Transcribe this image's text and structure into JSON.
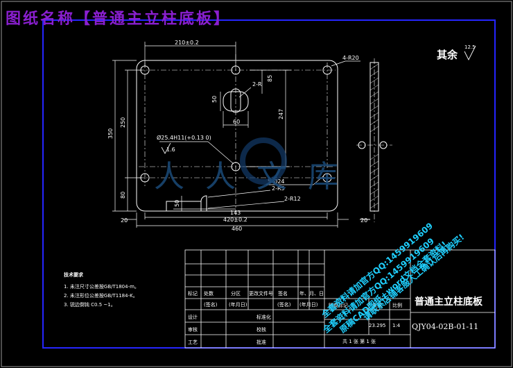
{
  "heading": "图纸名称【普通主立柱底板】",
  "dims": {
    "d210": "210±0.2",
    "d4r20": "4-R20",
    "d85": "85",
    "d2r": "2-R",
    "d50top": "50",
    "d60": "60",
    "d247": "247",
    "d250": "250",
    "d350": "350",
    "dbore": "Ø25.4H11(+0.13 0)",
    "d16": "1.6",
    "d5phi24": "5-Ø24",
    "d2r5": "2-R5",
    "d2r12": "2-R12",
    "d80": "80",
    "d50bot": "50",
    "d143": "143",
    "d420": "420±0.2",
    "d460": "460",
    "d20left": "20",
    "d20right": "20"
  },
  "other_finish": "其余",
  "roughness": "12.5",
  "tech": {
    "title": "技术要求",
    "items": [
      "1. 未注尺寸公差按GB/T1804-m。",
      "2. 未注形位公差按GB/T1184-K。",
      "3. 锐边倒钝 C0.5 ~1。"
    ]
  },
  "title_block": {
    "part_name": "普通主立柱底板",
    "drawing_no": "QJY04-02B-01-11",
    "weight": "23.295",
    "scale": "1:4",
    "sheets": "共 1 张   第 1 张",
    "row_a": [
      "标记",
      "处数",
      "分区",
      "更改文件号",
      "签名",
      "年、月、日"
    ],
    "row_b": [
      "(签名)",
      "(年月日)",
      "(签名)",
      "(年月日)"
    ],
    "row_c": [
      "设计",
      "标准化"
    ],
    "row_d": [
      "审核",
      "校核"
    ],
    "row_e": [
      "工艺",
      "批准"
    ],
    "stage_label": "阶段标记",
    "weight_label": "重量",
    "scale_label": "比例"
  },
  "watermark": {
    "logo": "人人文库",
    "lines": [
      "全套资料请加官方QQ:1459919609",
      "原稿CAD图纸+word文档全套资料!",
      "全套资料请加官方QQ:1459919609",
      "请联系店铺客服人工确认后再购买!"
    ]
  }
}
